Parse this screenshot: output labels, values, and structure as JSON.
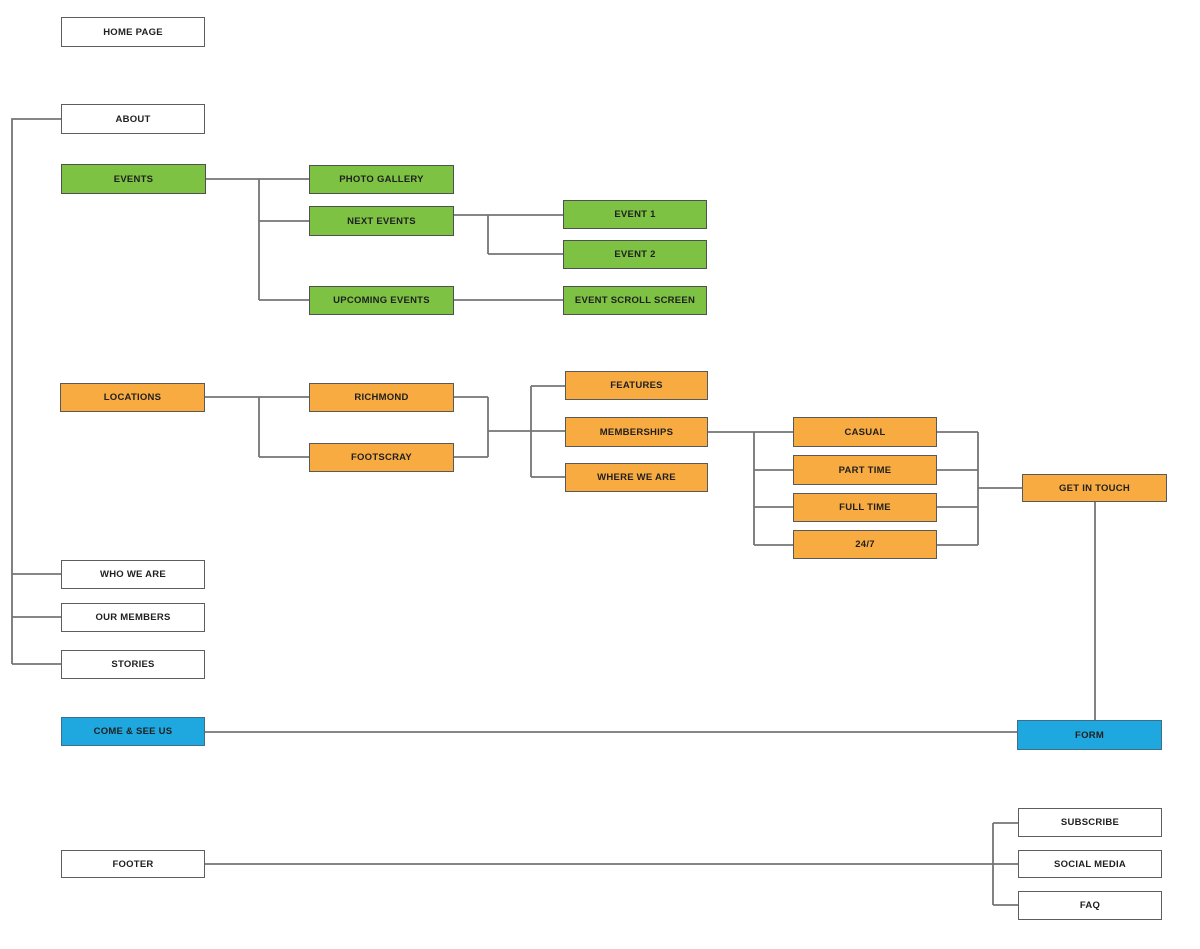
{
  "palette": {
    "green": "#7DC242",
    "orange": "#F8AB40",
    "blue": "#1FA8E0",
    "white": "#FFFFFF",
    "line_gray": "#757575",
    "box_border": "#565656"
  },
  "nodes": {
    "home_page": {
      "label": "HOME PAGE",
      "color": "white"
    },
    "about": {
      "label": "ABOUT",
      "color": "white"
    },
    "events": {
      "label": "EVENTS",
      "color": "green"
    },
    "photo_gallery": {
      "label": "PHOTO GALLERY",
      "color": "green"
    },
    "next_events": {
      "label": "NEXT EVENTS",
      "color": "green"
    },
    "event_1": {
      "label": "EVENT 1",
      "color": "green"
    },
    "event_2": {
      "label": "EVENT 2",
      "color": "green"
    },
    "upcoming_events": {
      "label": "UPCOMING EVENTS",
      "color": "green"
    },
    "event_scroll_screen": {
      "label": "EVENT SCROLL SCREEN",
      "color": "green"
    },
    "locations": {
      "label": "LOCATIONS",
      "color": "orange"
    },
    "richmond": {
      "label": "RICHMOND",
      "color": "orange"
    },
    "footscray": {
      "label": "FOOTSCRAY",
      "color": "orange"
    },
    "features": {
      "label": "FEATURES",
      "color": "orange"
    },
    "memberships": {
      "label": "MEMBERSHIPS",
      "color": "orange"
    },
    "where_we_are": {
      "label": "WHERE WE ARE",
      "color": "orange"
    },
    "casual": {
      "label": "CASUAL",
      "color": "orange"
    },
    "part_time": {
      "label": "PART TIME",
      "color": "orange"
    },
    "full_time": {
      "label": "FULL TIME",
      "color": "orange"
    },
    "twenty_four_seven": {
      "label": "24/7",
      "color": "orange"
    },
    "get_in_touch": {
      "label": "GET IN TOUCH",
      "color": "orange"
    },
    "who_we_are": {
      "label": "WHO WE ARE",
      "color": "white"
    },
    "our_members": {
      "label": "OUR MEMBERS",
      "color": "white"
    },
    "stories": {
      "label": "STORIES",
      "color": "white"
    },
    "come_and_see_us": {
      "label": "COME & SEE US",
      "color": "blue"
    },
    "form": {
      "label": "FORM",
      "color": "blue"
    },
    "footer": {
      "label": "FOOTER",
      "color": "white"
    },
    "subscribe": {
      "label": "SUBSCRIBE",
      "color": "white"
    },
    "social_media": {
      "label": "SOCIAL MEDIA",
      "color": "white"
    },
    "faq": {
      "label": "FAQ",
      "color": "white"
    }
  },
  "edges": [
    [
      "about",
      "who_we_are"
    ],
    [
      "about",
      "our_members"
    ],
    [
      "about",
      "stories"
    ],
    [
      "events",
      "photo_gallery"
    ],
    [
      "events",
      "next_events"
    ],
    [
      "events",
      "upcoming_events"
    ],
    [
      "next_events",
      "event_1"
    ],
    [
      "next_events",
      "event_2"
    ],
    [
      "upcoming_events",
      "event_scroll_screen"
    ],
    [
      "locations",
      "richmond"
    ],
    [
      "locations",
      "footscray"
    ],
    [
      "richmond",
      "features"
    ],
    [
      "richmond",
      "memberships"
    ],
    [
      "richmond",
      "where_we_are"
    ],
    [
      "footscray",
      "features"
    ],
    [
      "footscray",
      "memberships"
    ],
    [
      "footscray",
      "where_we_are"
    ],
    [
      "memberships",
      "casual"
    ],
    [
      "memberships",
      "part_time"
    ],
    [
      "memberships",
      "full_time"
    ],
    [
      "memberships",
      "twenty_four_seven"
    ],
    [
      "casual",
      "get_in_touch"
    ],
    [
      "part_time",
      "get_in_touch"
    ],
    [
      "full_time",
      "get_in_touch"
    ],
    [
      "twenty_four_seven",
      "get_in_touch"
    ],
    [
      "get_in_touch",
      "form"
    ],
    [
      "come_and_see_us",
      "form"
    ],
    [
      "footer",
      "subscribe"
    ],
    [
      "footer",
      "social_media"
    ],
    [
      "footer",
      "faq"
    ]
  ]
}
